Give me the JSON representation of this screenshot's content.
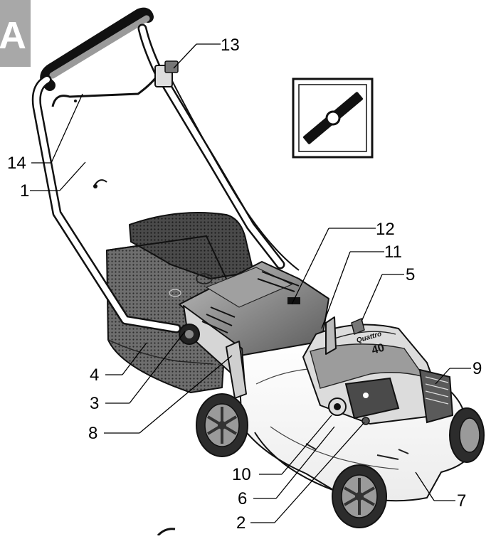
{
  "figure": {
    "panel_letter": "A",
    "callouts": [
      "1",
      "2",
      "3",
      "4",
      "5",
      "6",
      "7",
      "8",
      "9",
      "10",
      "11",
      "12",
      "13",
      "14"
    ],
    "engine_brand": "Quattro",
    "engine_model": "40",
    "blade_symbol": "mower-blade-icon"
  }
}
